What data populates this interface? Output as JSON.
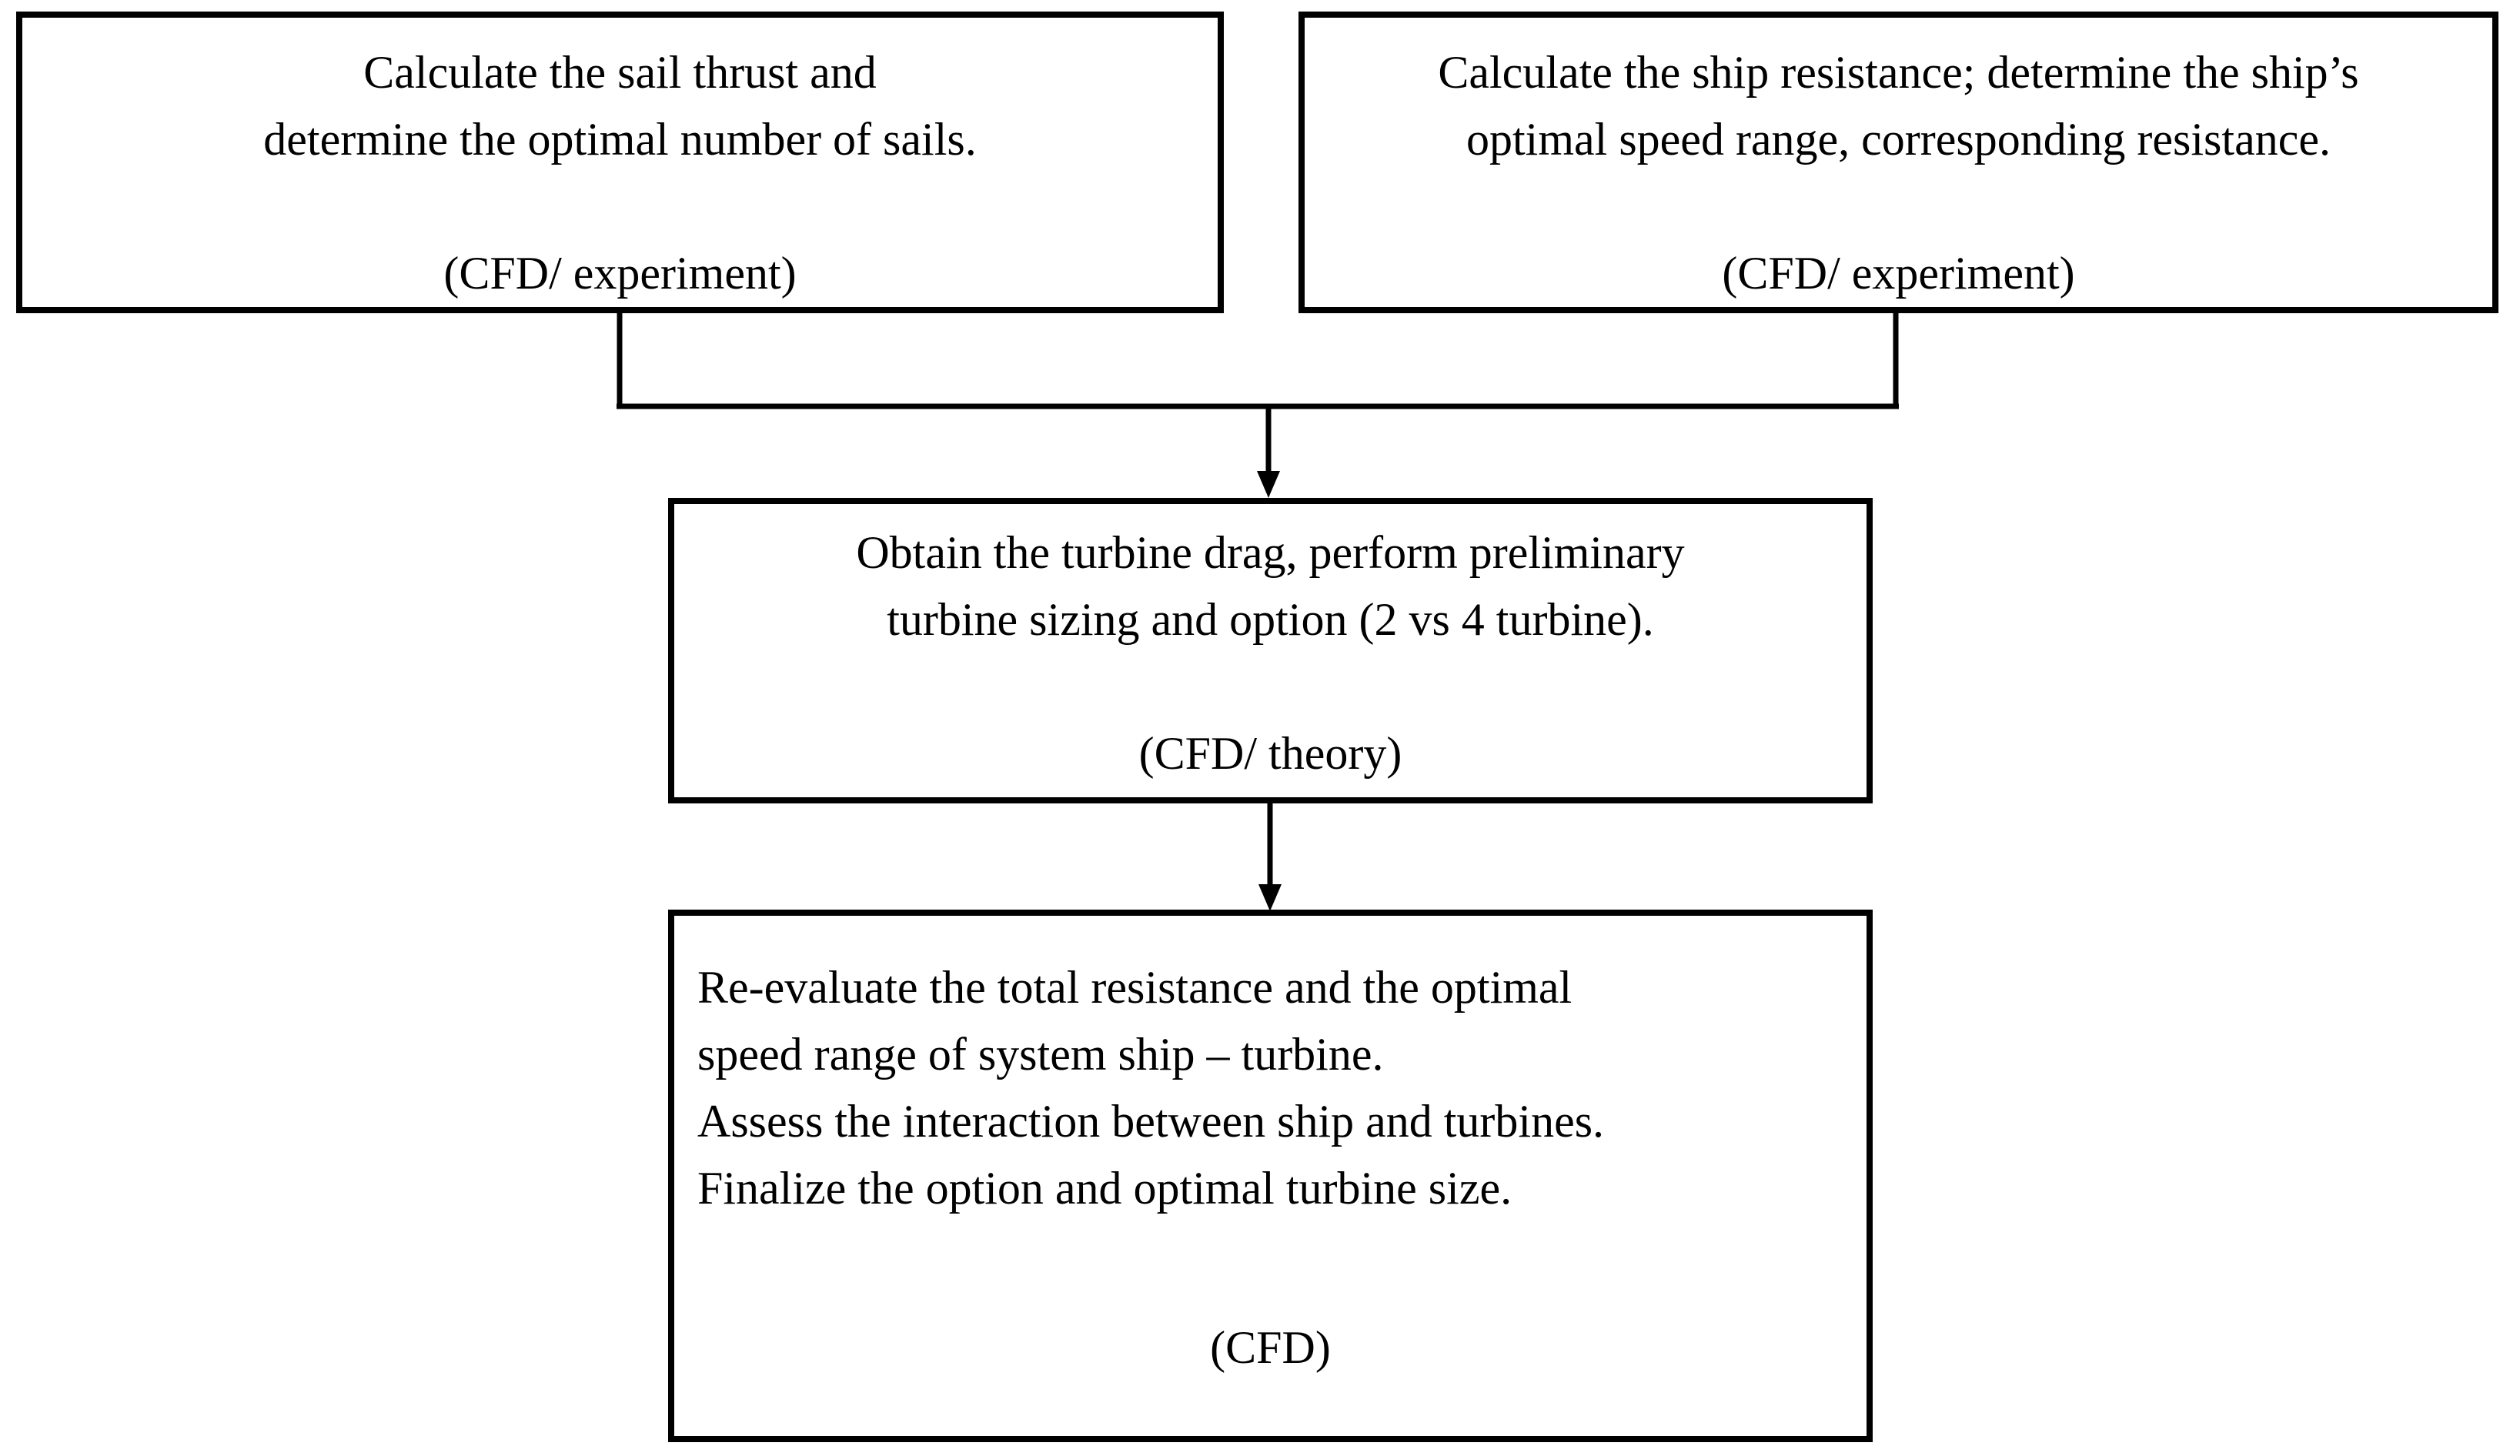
{
  "diagram": {
    "background_color": "#ffffff",
    "line_color": "#000000",
    "boxes": [
      {
        "id": "sail-thrust",
        "lines": [
          "Calculate the sail thrust and",
          "determine the optimal number of sails."
        ],
        "method": "(CFD/ experiment)"
      },
      {
        "id": "ship-resistance",
        "lines": [
          "Calculate the ship resistance; determine the ship’s",
          "optimal speed range, corresponding resistance."
        ],
        "method": "(CFD/ experiment)"
      },
      {
        "id": "turbine-drag",
        "lines": [
          "Obtain the turbine drag, perform preliminary",
          "turbine sizing and option (2 vs 4 turbine)."
        ],
        "method": "(CFD/ theory)"
      },
      {
        "id": "final-evaluation",
        "lines": [
          "Re-evaluate the total resistance and the optimal",
          "speed range of system ship – turbine.",
          "Assess the interaction between ship and turbines.",
          "Finalize the option and optimal turbine size."
        ],
        "method": "(CFD)"
      }
    ]
  }
}
